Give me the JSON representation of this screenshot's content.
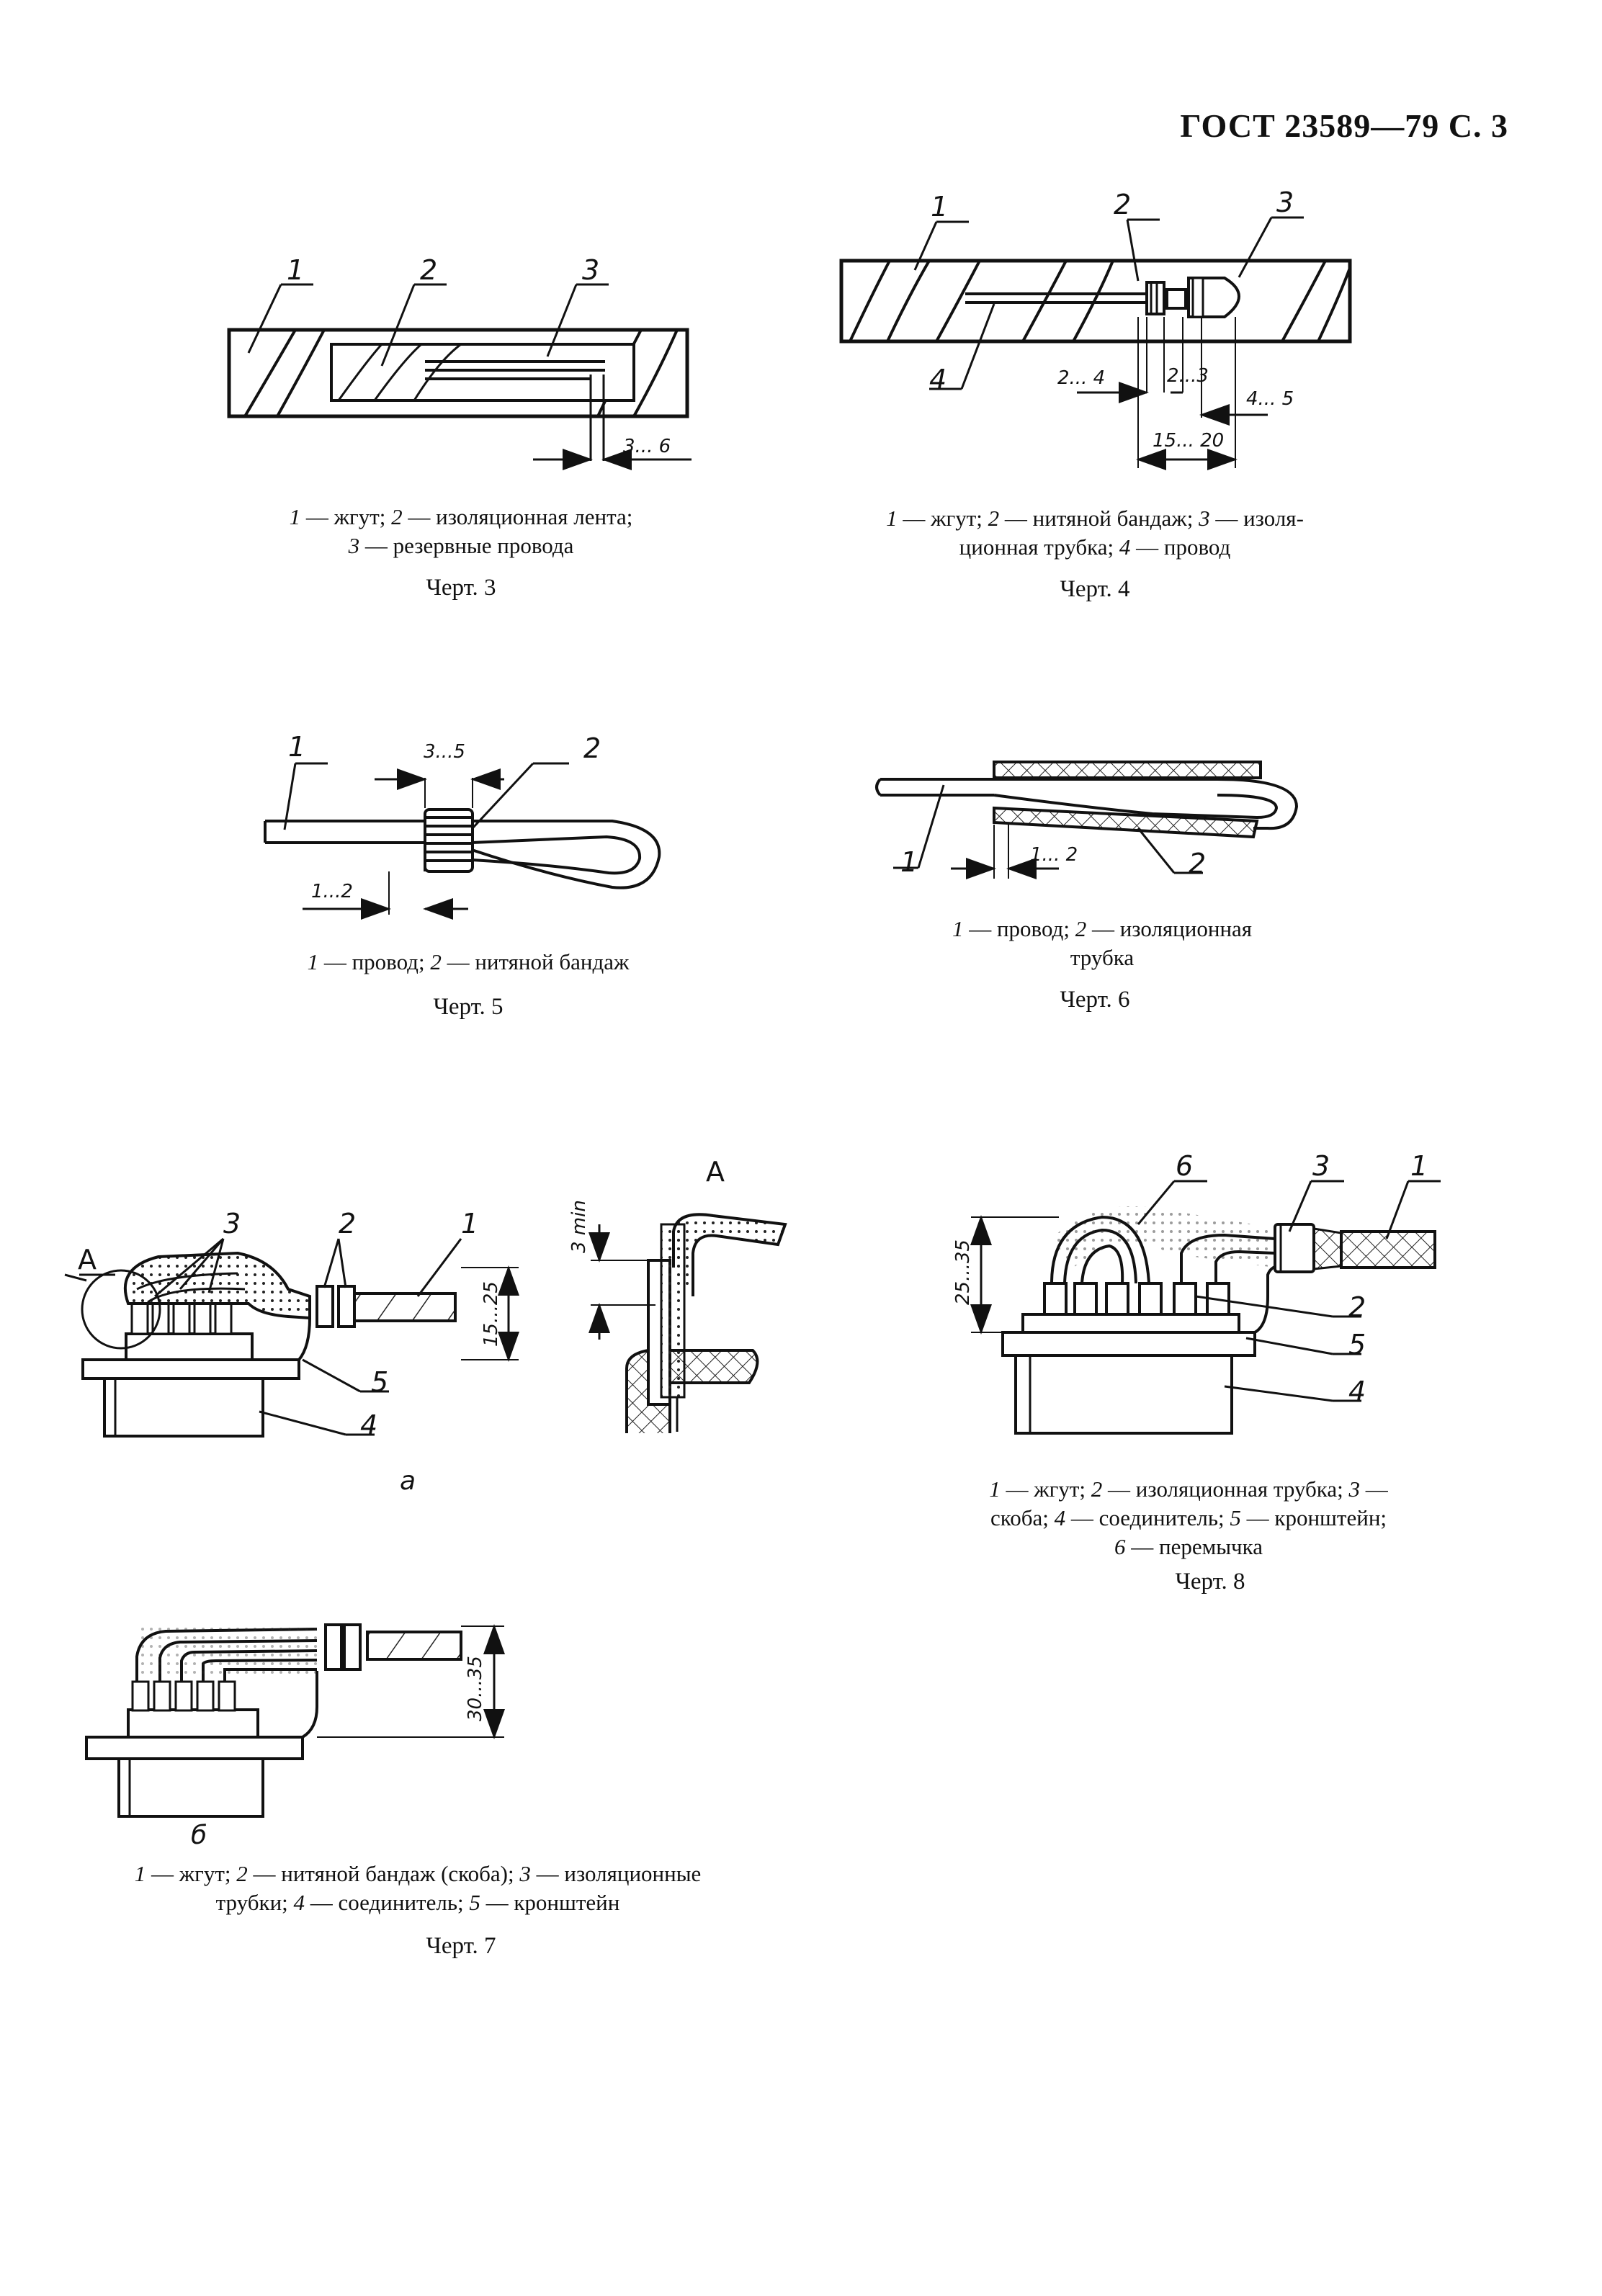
{
  "header": {
    "doc_ref": "ГОСТ 23589—79 С. 3"
  },
  "fig3": {
    "labels": [
      "1",
      "2",
      "3"
    ],
    "dim": "3... 6",
    "caption_lines": [
      [
        {
          "n": "1",
          "t": " — жгут; "
        },
        {
          "n": "2",
          "t": " — изоляционная лента;"
        }
      ],
      [
        {
          "n": "3",
          "t": " — резервные провода"
        }
      ]
    ],
    "title": "Черт. 3"
  },
  "fig4": {
    "labels": [
      "1",
      "2",
      "3",
      "4"
    ],
    "dims": [
      "2... 4",
      "2...3",
      "4... 5",
      "15... 20"
    ],
    "caption_lines": [
      [
        {
          "n": "1",
          "t": " — жгут; "
        },
        {
          "n": "2",
          "t": " — нитяной бандаж; "
        },
        {
          "n": "3",
          "t": " — изоля-"
        }
      ],
      [
        {
          "n": "",
          "t": "ционная трубка; "
        },
        {
          "n": "4",
          "t": " — провод"
        }
      ]
    ],
    "title": "Черт. 4"
  },
  "fig5": {
    "labels": [
      "1",
      "2"
    ],
    "dims": [
      "3...5",
      "1...2"
    ],
    "caption_lines": [
      [
        {
          "n": "1",
          "t": " — провод; "
        },
        {
          "n": "2",
          "t": " — нитяной бандаж"
        }
      ]
    ],
    "title": "Черт. 5"
  },
  "fig6": {
    "labels": [
      "1",
      "2"
    ],
    "dim": "1... 2",
    "caption_lines": [
      [
        {
          "n": "1",
          "t": " — провод; "
        },
        {
          "n": "2",
          "t": " — изоляционная"
        }
      ],
      [
        {
          "n": "",
          "t": "трубка"
        }
      ]
    ],
    "title": "Черт. 6"
  },
  "fig7": {
    "labels_a": [
      "A",
      "3",
      "2",
      "1",
      "5",
      "4"
    ],
    "dim_a": "15...25",
    "detail_letter": "A",
    "detail_dim": "3 min",
    "sub_a": "а",
    "dim_b": "30...35",
    "sub_b": "б",
    "caption_lines": [
      [
        {
          "n": "1",
          "t": " — жгут; "
        },
        {
          "n": "2",
          "t": " — нитяной бандаж (скоба); "
        },
        {
          "n": "3",
          "t": " — изоляционные"
        }
      ],
      [
        {
          "n": "",
          "t": "трубки; "
        },
        {
          "n": "4",
          "t": " — соединитель; "
        },
        {
          "n": "5",
          "t": " — кронштейн"
        }
      ]
    ],
    "title": "Черт. 7"
  },
  "fig8": {
    "labels": [
      "6",
      "3",
      "1",
      "2",
      "5",
      "4"
    ],
    "dim": "25...35",
    "caption_lines": [
      [
        {
          "n": "1",
          "t": " — жгут; "
        },
        {
          "n": "2",
          "t": " — изоляционная трубка; "
        },
        {
          "n": "3",
          "t": " —"
        }
      ],
      [
        {
          "n": "",
          "t": "скоба; "
        },
        {
          "n": "4",
          "t": " — соединитель; "
        },
        {
          "n": "5",
          "t": " — кронштейн;"
        }
      ],
      [
        {
          "n": "6",
          "t": " — перемычка"
        }
      ]
    ],
    "title": "Черт. 8"
  }
}
